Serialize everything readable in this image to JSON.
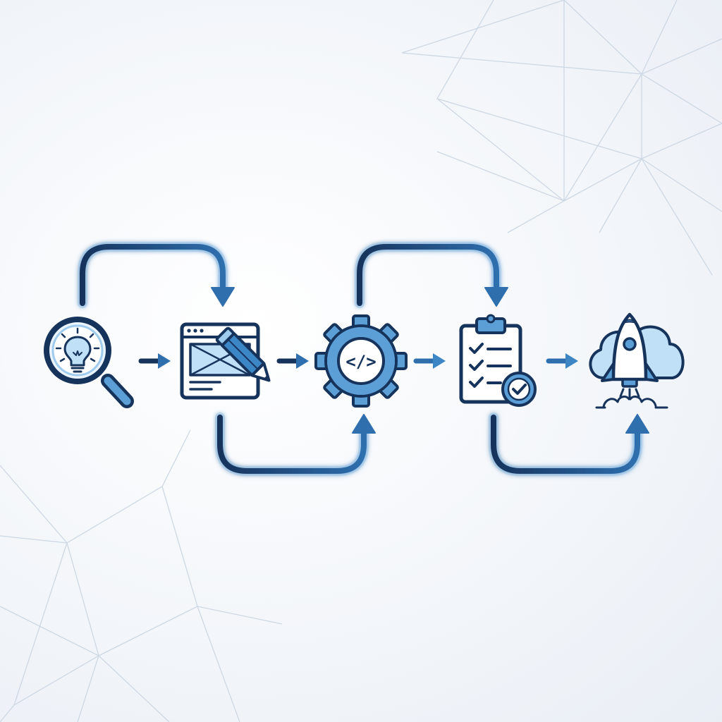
{
  "palette": {
    "navy": "#16335c",
    "blue": "#3d86c6",
    "light_blue": "#9fcbee",
    "pale_blue": "#d9ebf9",
    "glow": "#8fc3ec",
    "network_lines": "#c7d3e0",
    "background": "#f3f6fa"
  },
  "diagram": {
    "kind": "process flow",
    "steps": [
      {
        "icon": "magnifier-lightbulb-icon",
        "meaning": "idea / research"
      },
      {
        "icon": "wireframe-pencil-icon",
        "meaning": "design"
      },
      {
        "icon": "gear-code-icon",
        "meaning": "development"
      },
      {
        "icon": "clipboard-checklist-icon",
        "meaning": "testing"
      },
      {
        "icon": "rocket-cloud-icon",
        "meaning": "launch"
      }
    ],
    "connectors": [
      {
        "from": 0,
        "to": 1,
        "style": "straight-arrow"
      },
      {
        "from": 1,
        "to": 2,
        "style": "straight-arrow"
      },
      {
        "from": 2,
        "to": 3,
        "style": "straight-arrow"
      },
      {
        "from": 3,
        "to": 4,
        "style": "straight-arrow"
      },
      {
        "from": 0,
        "to": 1,
        "style": "arc-over"
      },
      {
        "from": 1,
        "to": 2,
        "style": "arc-under"
      },
      {
        "from": 2,
        "to": 3,
        "style": "arc-over"
      },
      {
        "from": 3,
        "to": 4,
        "style": "arc-under"
      }
    ]
  },
  "code_glyph": "</>"
}
